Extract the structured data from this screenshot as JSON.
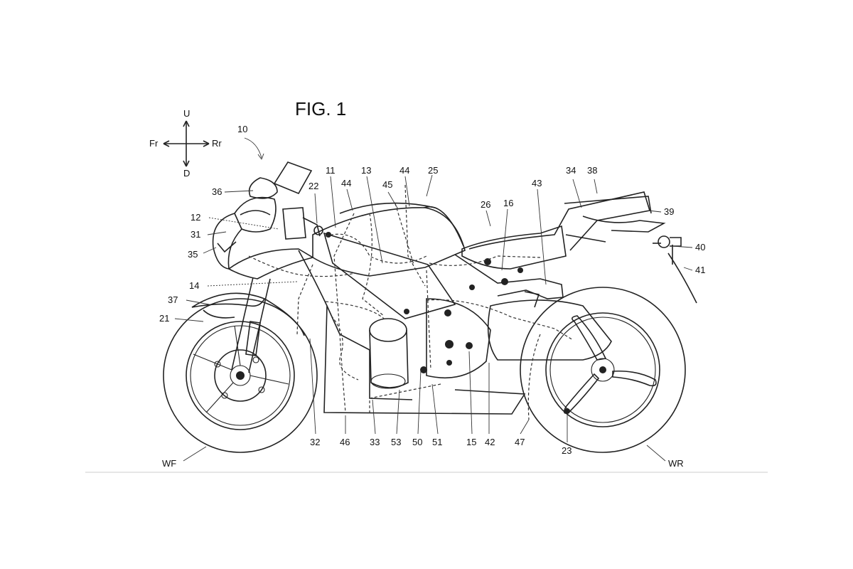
{
  "figure": {
    "title": "FIG. 1",
    "direction": {
      "up": "U",
      "down": "D",
      "front": "Fr",
      "rear": "Rr"
    },
    "reference_numerals": {
      "vehicle": "10",
      "n11": "11",
      "n12": "12",
      "n13": "13",
      "n14": "14",
      "n15": "15",
      "n16": "16",
      "n21": "21",
      "n22": "22",
      "n23": "23",
      "n25": "25",
      "n26": "26",
      "n31": "31",
      "n32": "32",
      "n33": "33",
      "n34": "34",
      "n35": "35",
      "n36": "36",
      "n37": "37",
      "n38": "38",
      "n39": "39",
      "n40": "40",
      "n41": "41",
      "n42": "42",
      "n43": "43",
      "n44a": "44",
      "n44b": "44",
      "n45": "45",
      "n46": "46",
      "n47": "47",
      "n50": "50",
      "n51": "51",
      "n53": "53",
      "wf": "WF",
      "wr": "WR"
    }
  }
}
